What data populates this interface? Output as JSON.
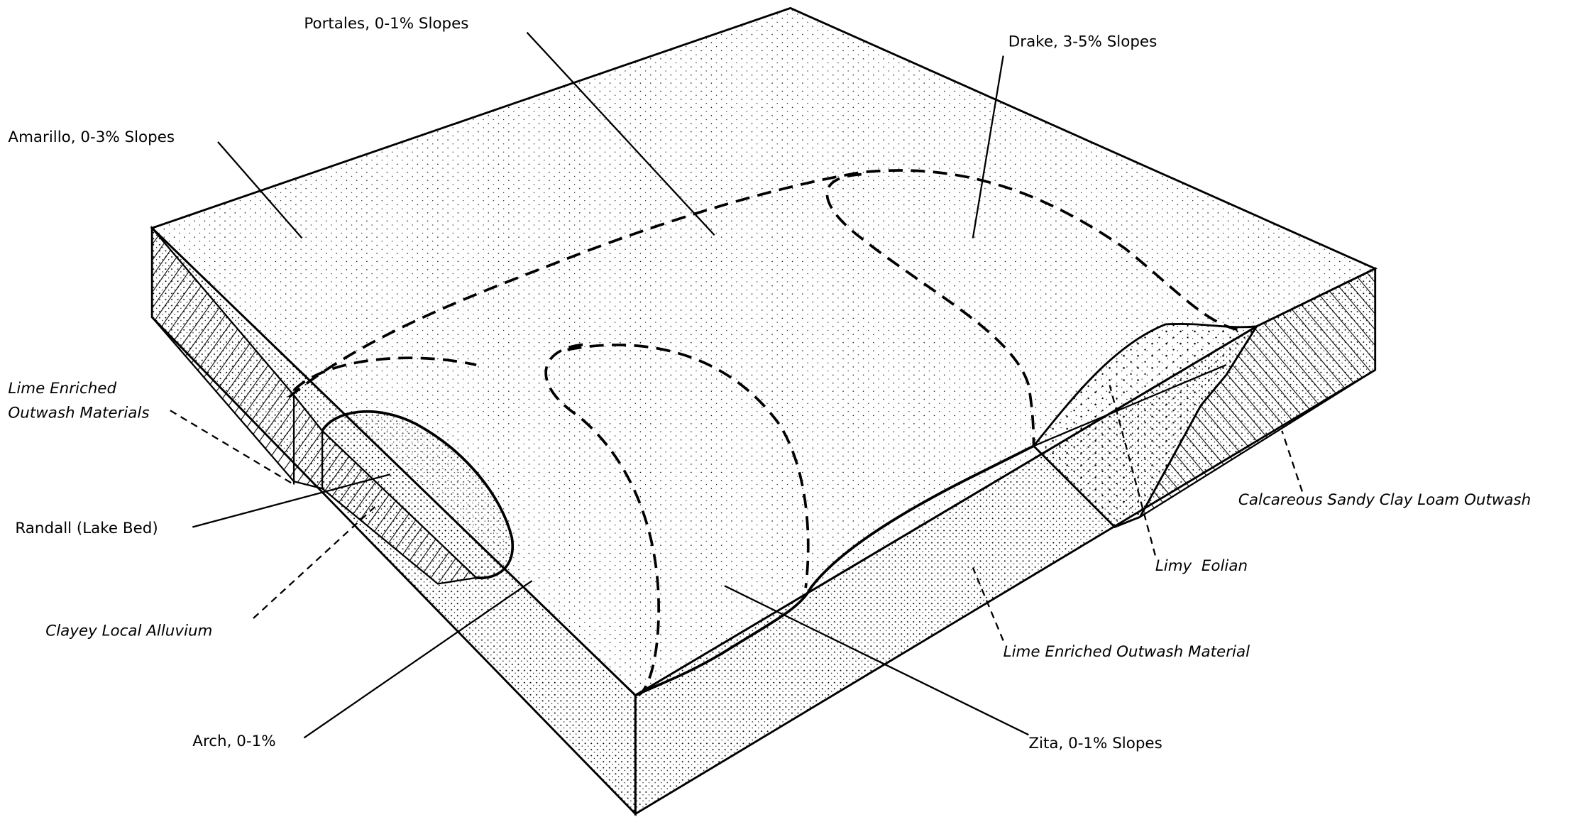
{
  "figure": {
    "type": "soil block diagram",
    "ink_color": "#000000",
    "background_color": "#ffffff"
  },
  "labels": {
    "portales": "Portales, 0-1% Slopes",
    "drake": "Drake, 3-5% Slopes",
    "amarillo": "Amarillo, 0-3% Slopes",
    "lime_enriched_materials_line1": "Lime Enriched",
    "lime_enriched_materials_line2": "Outwash Materials",
    "randall": "Randall (Lake Bed)",
    "clayey": "Clayey Local Alluvium",
    "arch": "Arch, 0-1%",
    "zita": "Zita, 0-1% Slopes",
    "lime_enriched_material": "Lime Enriched Outwash Material",
    "limy_eolian": "Limy  Eolian",
    "calcareous": "Calcareous Sandy Clay Loam Outwash"
  }
}
